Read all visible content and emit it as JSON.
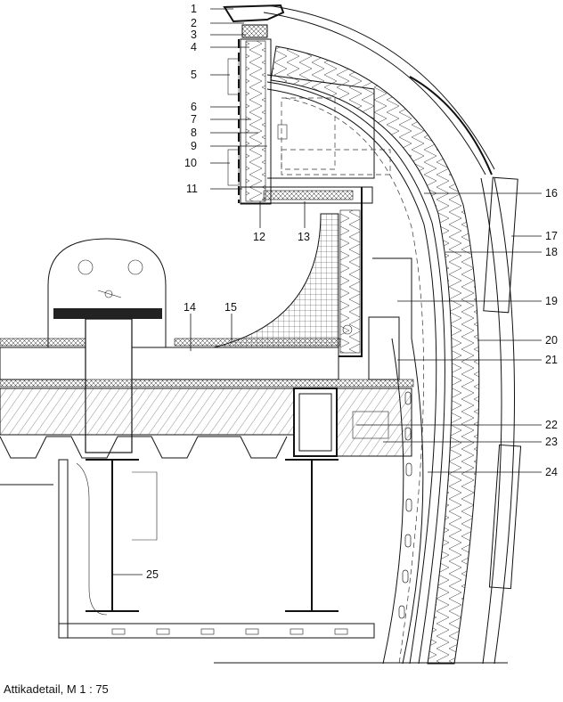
{
  "caption": "Attikadetail, M 1 : 75",
  "callouts": [
    {
      "id": "1",
      "label": "1"
    },
    {
      "id": "2",
      "label": "2"
    },
    {
      "id": "3",
      "label": "3"
    },
    {
      "id": "4",
      "label": "4"
    },
    {
      "id": "5",
      "label": "5"
    },
    {
      "id": "6",
      "label": "6"
    },
    {
      "id": "7",
      "label": "7"
    },
    {
      "id": "8",
      "label": "8"
    },
    {
      "id": "9",
      "label": "9"
    },
    {
      "id": "10",
      "label": "10"
    },
    {
      "id": "11",
      "label": "11"
    },
    {
      "id": "12",
      "label": "12"
    },
    {
      "id": "13",
      "label": "13"
    },
    {
      "id": "14",
      "label": "14"
    },
    {
      "id": "15",
      "label": "15"
    },
    {
      "id": "16",
      "label": "16"
    },
    {
      "id": "17",
      "label": "17"
    },
    {
      "id": "18",
      "label": "18"
    },
    {
      "id": "19",
      "label": "19"
    },
    {
      "id": "20",
      "label": "20"
    },
    {
      "id": "21",
      "label": "21"
    },
    {
      "id": "22",
      "label": "22"
    },
    {
      "id": "23",
      "label": "23"
    },
    {
      "id": "24",
      "label": "24"
    },
    {
      "id": "25",
      "label": "25"
    }
  ]
}
